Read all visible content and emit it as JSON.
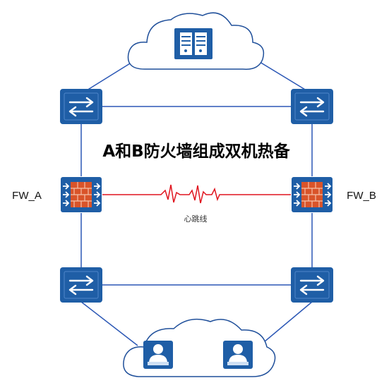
{
  "diagram": {
    "title": "A和B防火墙组成双机热备",
    "firewall_a_label": "FW_A",
    "firewall_b_label": "FW_B",
    "heartbeat_label": "心跳线",
    "colors": {
      "device_blue": "#1f5ea6",
      "device_light": "#ffffff",
      "link": "#2b57b5",
      "heartbeat": "#e0141e",
      "brick": "#d9542a",
      "cloud_stroke": "#1f4f9a"
    },
    "icons": [
      "cloud-icon",
      "server-rack-icon",
      "switch-icon",
      "firewall-icon",
      "user-terminal-icon"
    ]
  }
}
